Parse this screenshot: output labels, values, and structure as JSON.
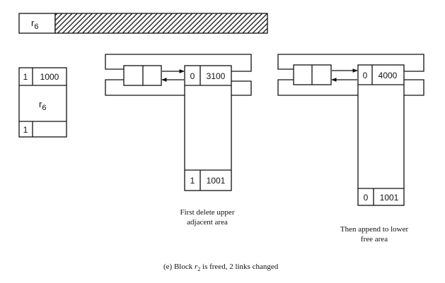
{
  "colors": {
    "ink": "#111111",
    "paper": "#ffffff"
  },
  "block_bar": {
    "label": "r",
    "subscript": "6"
  },
  "allocated_block": {
    "header_tag": "1",
    "header_size": "1000",
    "label": "r",
    "subscript": "6",
    "footer_tag": "1"
  },
  "middle_list": {
    "header_tag": "0",
    "header_size": "3100",
    "footer_tag": "1",
    "footer_size": "1001",
    "caption_line1": "First delete upper",
    "caption_line2": "adjacent area"
  },
  "right_list": {
    "header_tag": "0",
    "header_size": "4000",
    "footer_tag": "0",
    "footer_size": "1001",
    "caption_line1": "Then append to lower",
    "caption_line2": "free area"
  },
  "figure_caption": {
    "prefix": "(e)  Block ",
    "var": "r",
    "sub": "2",
    "suffix": " is freed, 2 links changed"
  }
}
